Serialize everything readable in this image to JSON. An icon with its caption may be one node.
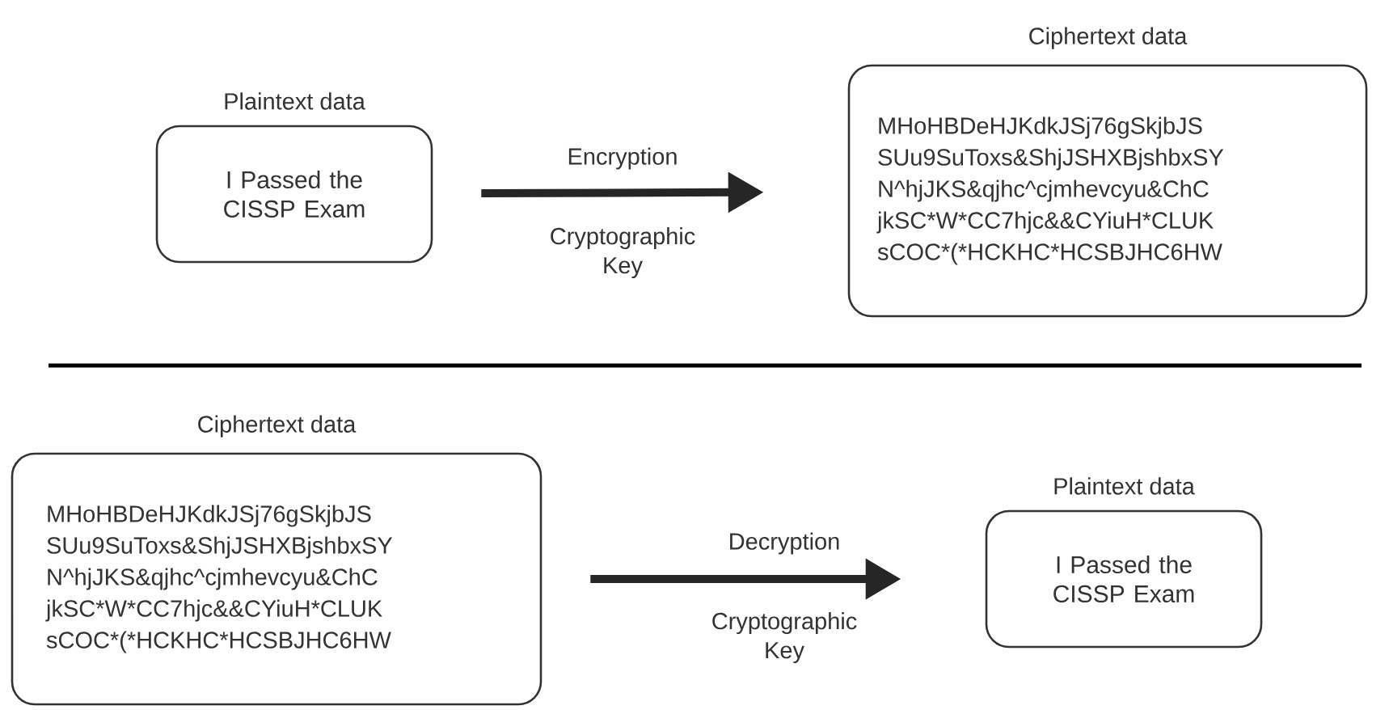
{
  "diagram": {
    "nodes": [
      {
        "text": [
          "Plaintext data",
          "I Passed the CISSP Exam"
        ]
      },
      {
        "text": [
          "Ciphertext data",
          "MHoHBDeHJKdkJSj76gSkjbJS SUu9SuToxs&ShjJSHXBjshbxSY N^hjJKS&qjhc^cjmhevcyu&ChC jkSC*W*CC7hjc&&CYiuH*CLUK sCOC*(*HCKHC*HCSBJHC6HW"
        ]
      },
      {
        "text": [
          "Ciphertext data",
          "MHoHBDeHJKdkJSj76gSkjbJS SUu9SuToxs&ShjJSHXBjshbxSY N^hjJKS&qjhc^cjmhevcyu&ChC jkSC*W*CC7hjc&&CYiuH*CLUK sCOC*(*HCKHC*HCSBJHC6HW"
        ]
      },
      {
        "text": [
          "Plaintext data",
          "I Passed the CISSP Exam"
        ]
      }
    ],
    "edges": [
      {
        "from": 0,
        "to": 1,
        "arrow": "to",
        "label": "Encryption"
      },
      {
        "from": 2,
        "to": 3,
        "arrow": "to",
        "label": "Decryption"
      }
    ],
    "labels": [
      "Cryptographic Key",
      "Cryptographic Key"
    ]
  }
}
